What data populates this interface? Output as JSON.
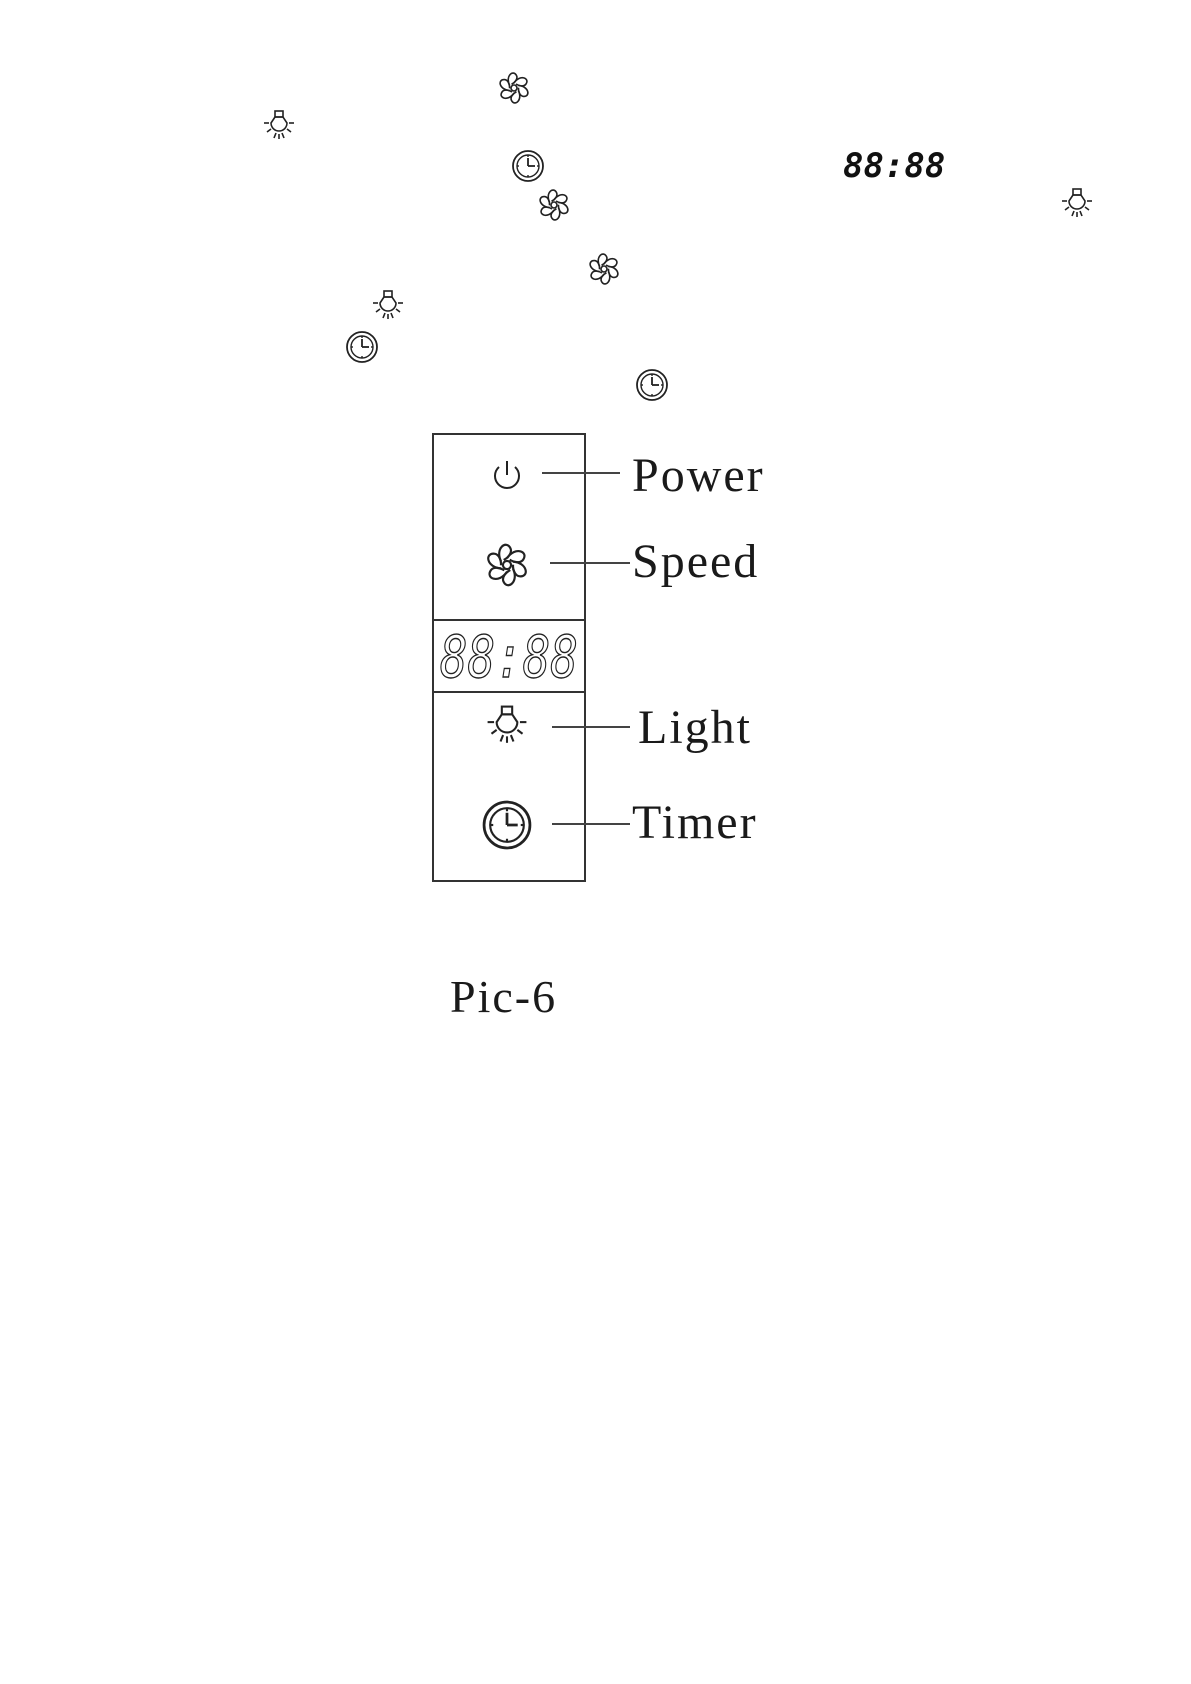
{
  "panel": {
    "display_text": "88:88",
    "buttons": [
      {
        "key": "power",
        "label": "Power",
        "icon": "power-icon"
      },
      {
        "key": "speed",
        "label": "Speed",
        "icon": "fan-icon"
      },
      {
        "key": "light",
        "label": "Light",
        "icon": "bulb-icon"
      },
      {
        "key": "timer",
        "label": "Timer",
        "icon": "clock-icon"
      }
    ]
  },
  "inline_display_text": "88:88",
  "caption": "Pic-6",
  "colors": {
    "line": "#333333",
    "text": "#1a1a1a",
    "background": "#ffffff"
  }
}
